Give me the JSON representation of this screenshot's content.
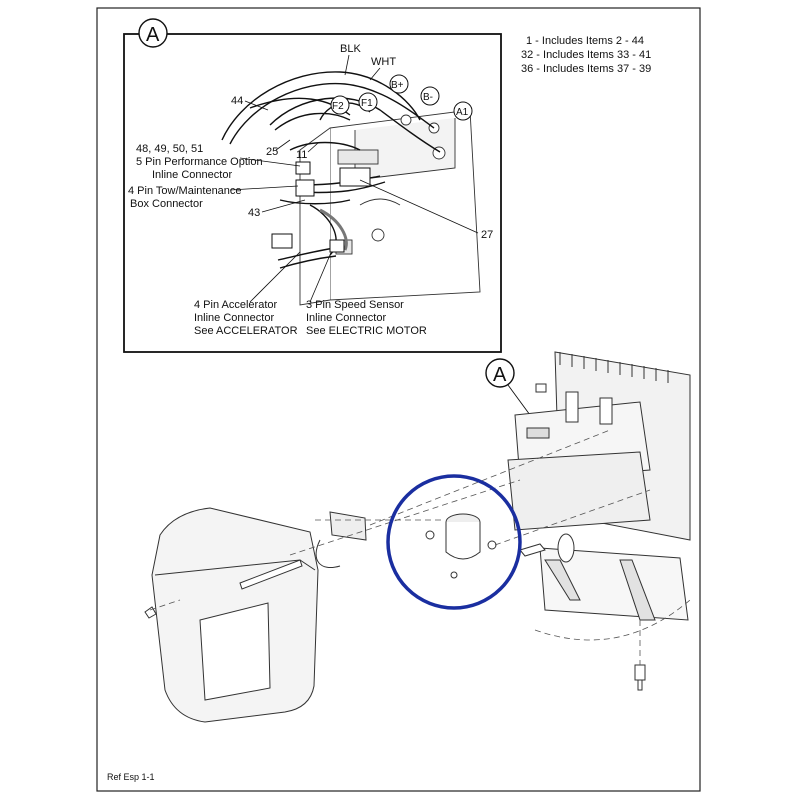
{
  "notes": [
    "1 - Includes Items 2 - 44",
    "32 - Includes Items 33 - 41",
    "36 - Includes Items 37 - 39"
  ],
  "detail": {
    "callout": "A",
    "wires": {
      "blk": "BLK",
      "wht": "WHT"
    },
    "terminals": {
      "bplus": "B+",
      "bminus": "B-",
      "a1": "A1",
      "f1": "F1",
      "f2": "F2"
    },
    "items": {
      "i44": "44",
      "i25": "25",
      "i11": "11",
      "i43": "43",
      "i27": "27"
    },
    "perf_option": [
      "48, 49, 50, 51",
      "5 Pin Performance Option",
      "Inline Connector"
    ],
    "tow_box": [
      "4 Pin Tow/Maintenance",
      "Box Connector"
    ],
    "accelerator": [
      "4 Pin Accelerator",
      "Inline Connector",
      "See ACCELERATOR"
    ],
    "speed_sensor": [
      "3 Pin Speed Sensor",
      "Inline Connector",
      "See ELECTRIC MOTOR"
    ]
  },
  "main": {
    "callout": "A",
    "highlight_color": "#1a2ea0"
  },
  "ref": "Ref Esp 1-1"
}
